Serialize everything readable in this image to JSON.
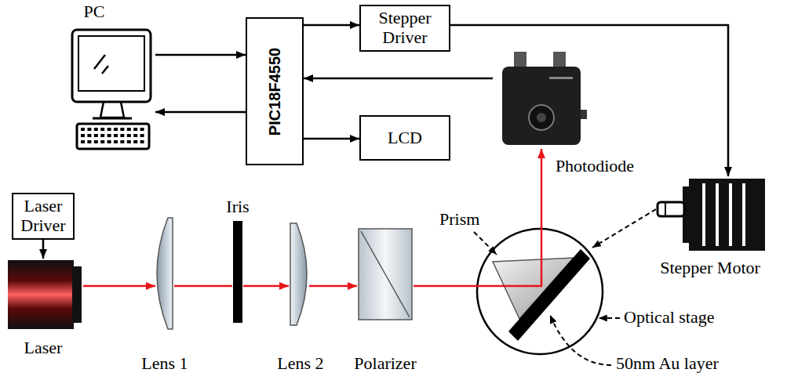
{
  "diagram": {
    "nodes": [
      {
        "text": [
          "PC"
        ]
      },
      {
        "text": [
          "PIC18F4550"
        ]
      },
      {
        "text": [
          "Stepper Driver"
        ]
      },
      {
        "text": [
          "LCD"
        ]
      },
      {
        "text": [
          "Photodiode"
        ]
      },
      {
        "text": [
          "Laser Driver"
        ]
      },
      {
        "text": [
          "Laser"
        ]
      },
      {
        "text": [
          "Lens 1"
        ]
      },
      {
        "text": [
          "Iris"
        ]
      },
      {
        "text": [
          "Lens 2"
        ]
      },
      {
        "text": [
          "Polarizer"
        ]
      },
      {
        "text": [
          "Stepper Motor"
        ]
      }
    ],
    "edges": [
      {
        "from": 0,
        "to": 1,
        "arrow": "to"
      },
      {
        "from": 1,
        "to": 0,
        "arrow": "to"
      },
      {
        "from": 1,
        "to": 2,
        "arrow": "to"
      },
      {
        "from": 1,
        "to": 3,
        "arrow": "to"
      },
      {
        "from": 4,
        "to": 1,
        "arrow": "to"
      },
      {
        "from": 2,
        "to": 11,
        "arrow": "to"
      },
      {
        "from": 5,
        "to": 6,
        "arrow": "to"
      },
      {
        "from": 6,
        "to": 7,
        "arrow": "to"
      },
      {
        "from": 7,
        "to": 8,
        "arrow": "none"
      },
      {
        "from": 8,
        "to": 9,
        "arrow": "to"
      },
      {
        "from": 9,
        "to": 10,
        "arrow": "to"
      },
      {
        "from": 10,
        "to": 4,
        "arrow": "to"
      }
    ],
    "labels": [
      "Prism",
      "Optical stage",
      "50nm Au layer"
    ]
  }
}
